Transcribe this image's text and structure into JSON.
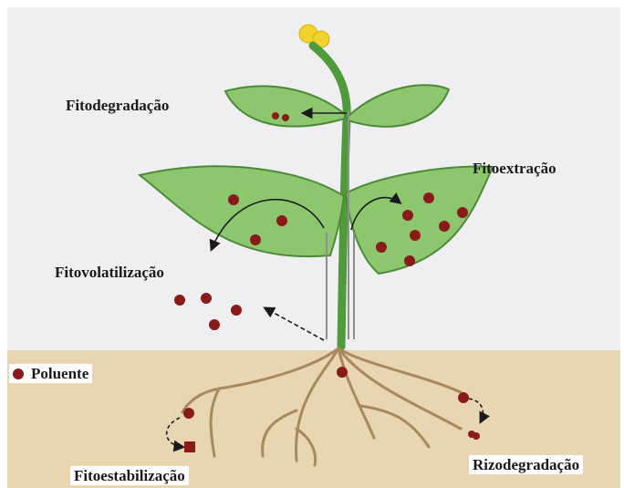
{
  "labels": {
    "fitodegradacao": "Fitodegradação",
    "fitoextracao": "Fitoextração",
    "fitovolatilizacao": "Fitovolatilização",
    "poluente": "Poluente",
    "fitoestabilizacao": "Fitoestabilização",
    "rizodegradacao": "Rizodegradação"
  },
  "colors": {
    "sky": "#efeff1",
    "soil": "#e8d5b2",
    "leaf": "#8cc76e",
    "leaf_edge": "#4d8a38",
    "stem": "#4f9a3a",
    "flower": "#f2d22e",
    "pollutant": "#8b1a1a",
    "root": "#a8895c"
  }
}
